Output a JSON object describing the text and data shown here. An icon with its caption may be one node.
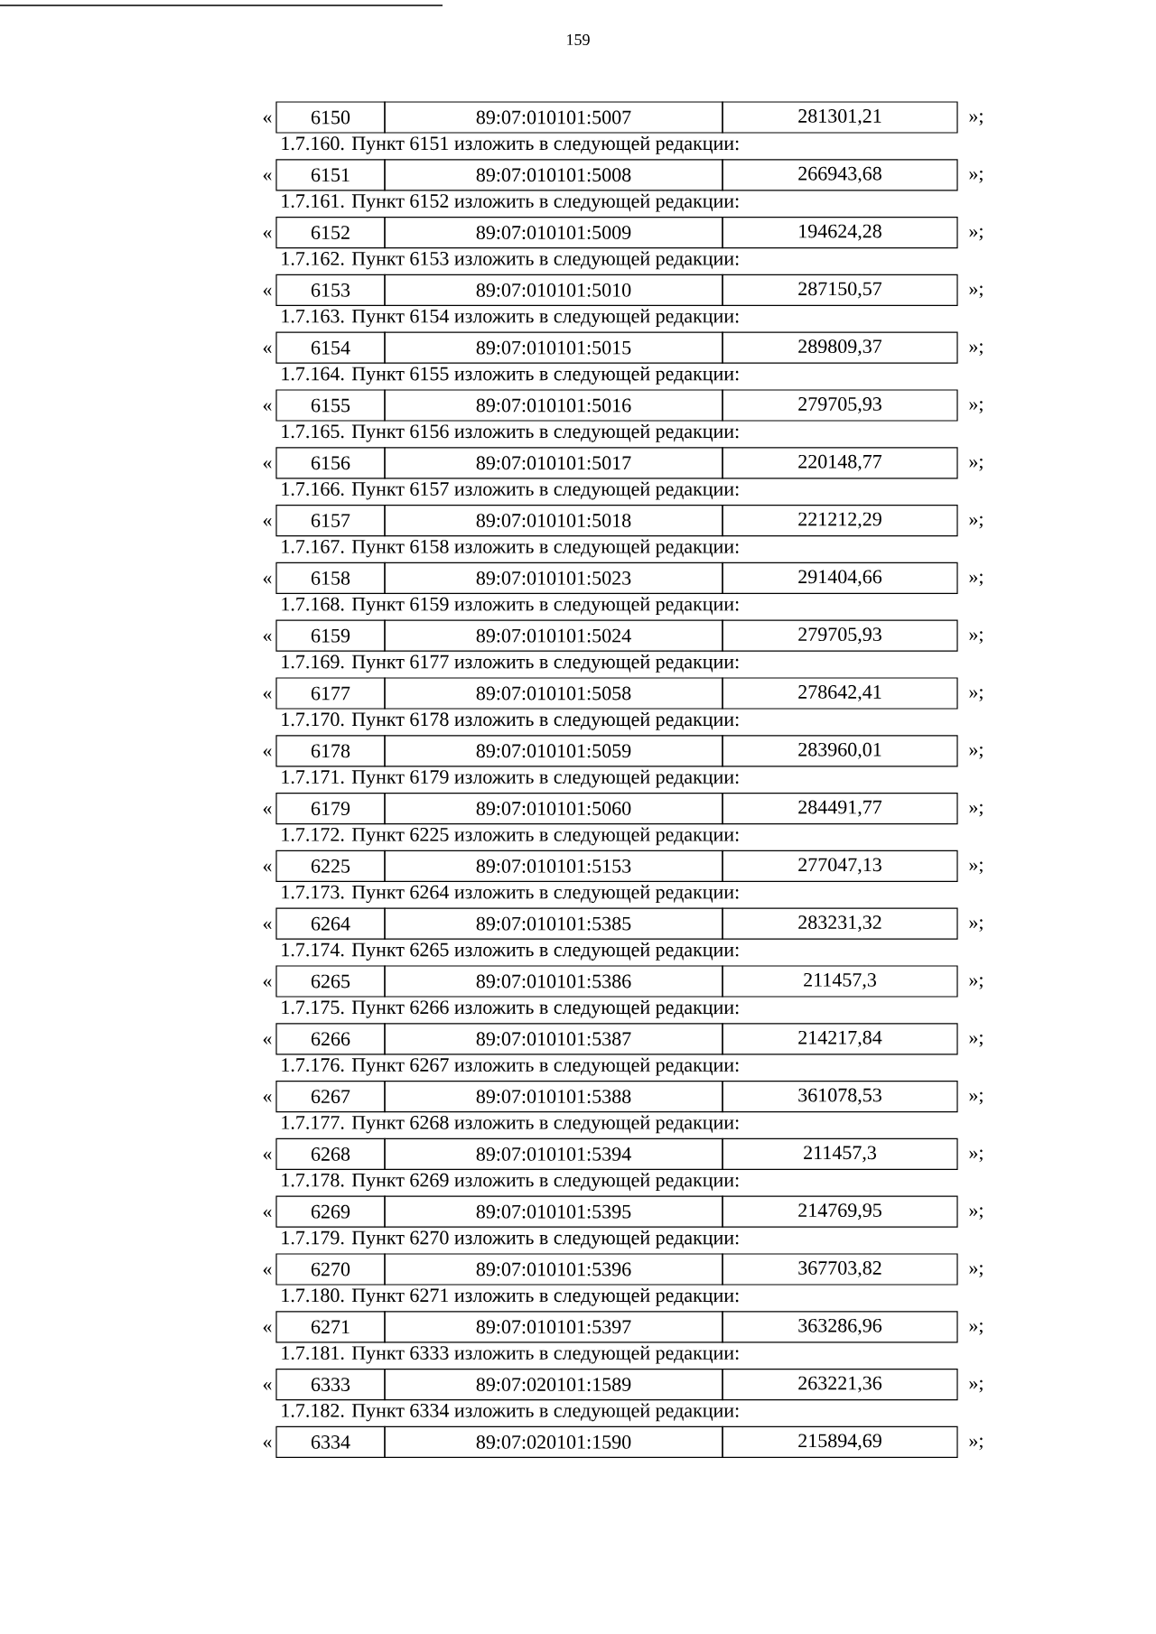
{
  "diagram": {
    "labels": [
      "159",
      "«",
      "6150",
      "89:07:010101:5007",
      "281301,21",
      "»;",
      "1.7.160. Пункт 6151 изложить в следующей редакции:",
      "«",
      "6151",
      "89:07:010101:5008",
      "266943,68",
      "»;",
      "1.7.161. Пункт 6152 изложить в следующей редакции:",
      "«",
      "6152",
      "89:07:010101:5009",
      "194624,28",
      "»;",
      "1.7.162. Пункт 6153 изложить в следующей редакции:",
      "«",
      "6153",
      "89:07:010101:5010",
      "287150,57",
      "»;",
      "1.7.163. Пункт 6154 изложить в следующей редакции:",
      "«",
      "6154",
      "89:07:010101:5015",
      "289809,37",
      "»;",
      "1.7.164. Пункт 6155 изложить в следующей редакции:",
      "«",
      "6155",
      "89:07:010101:5016",
      "279705,93",
      "»;",
      "1.7.165. Пункт 6156 изложить в следующей редакции:",
      "«",
      "6156",
      "89:07:010101:5017",
      "220148,77",
      "»;",
      "1.7.166. Пункт 6157 изложить в следующей редакции:",
      "«",
      "6157",
      "89:07:010101:5018",
      "221212,29",
      "»;",
      "1.7.167. Пункт 6158 изложить в следующей редакции:",
      "«",
      "6158",
      "89:07:010101:5023",
      "291404,66",
      "»;",
      "1.7.168. Пункт 6159 изложить в следующей редакции:",
      "«",
      "6159",
      "89:07:010101:5024",
      "279705,93",
      "»;",
      "1.7.169. Пункт 6177 изложить в следующей редакции:",
      "«",
      "6177",
      "89:07:010101:5058",
      "278642,41",
      "»;",
      "1.7.170. Пункт 6178 изложить в следующей редакции:",
      "«",
      "6178",
      "89:07:010101:5059",
      "283960,01",
      "»;",
      "1.7.171. Пункт 6179 изложить в следующей редакции:",
      "«",
      "6179",
      "89:07:010101:5060",
      "284491,77",
      "»;",
      "1.7.172. Пункт 6225 изложить в следующей редакции:",
      "«",
      "6225",
      "89:07:010101:5153",
      "277047,13",
      "»;",
      "1.7.173. Пункт 6264 изложить в следующей редакции:",
      "«",
      "6264",
      "89:07:010101:5385",
      "283231,32",
      "»;",
      "1.7.174. Пункт 6265 изложить в следующей редакции:",
      "«",
      "6265",
      "89:07:010101:5386",
      "211457,3",
      "»;",
      "1.7.175. Пункт 6266 изложить в следующей редакции:",
      "«",
      "6266",
      "89:07:010101:5387",
      "214217,84",
      "»;",
      "1.7.176. Пункт 6267 изложить в следующей редакции:",
      "«",
      "6267",
      "89:07:010101:5388",
      "361078,53",
      "»;",
      "1.7.177. Пункт 6268 изложить в следующей редакции:",
      "«",
      "6268",
      "89:07:010101:5394",
      "211457,3",
      "»;",
      "1.7.178. Пункт 6269 изложить в следующей редакции:",
      "«",
      "6269",
      "89:07:010101:5395",
      "214769,95",
      "»;",
      "1.7.179. Пункт 6270 изложить в следующей редакции:",
      "«",
      "6270",
      "89:07:010101:5396",
      "367703,82",
      "»;",
      "1.7.180. Пункт 6271 изложить в следующей редакции:",
      "«",
      "6271",
      "89:07:010101:5397",
      "363286,96",
      "»;",
      "1.7.181. Пункт 6333 изложить в следующей редакции:",
      "«",
      "6333",
      "89:07:020101:1589",
      "263221,36",
      "»;",
      "1.7.182. Пункт 6334 изложить в следующей редакции:",
      "«",
      "6334",
      "89:07:020101:1590",
      "215894,69",
      "»;"
    ]
  }
}
